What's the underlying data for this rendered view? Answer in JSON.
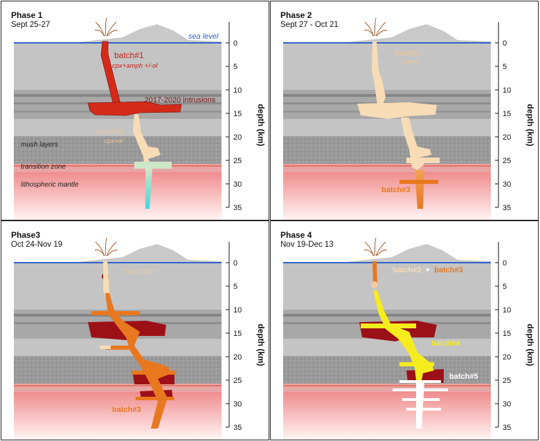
{
  "panels": [
    {
      "title": "Phase 1",
      "date": "Sept 25-27",
      "labels": {
        "sea_level": "sea level",
        "batch_main": "batch#1",
        "batch_main_mineral": "cpx+amph +/-ol",
        "intrusions": "2017-2020 intrusions",
        "batch_second": "batch#2",
        "batch_second_mineral": "cpx+ol",
        "mush": "mush layers",
        "transition": "transition zone",
        "mantle": "lithospheric mantle"
      }
    },
    {
      "title": "Phase 2",
      "date": "Sept 27 - Oct 21",
      "labels": {
        "batch_main": "batch#2",
        "batch_main_mineral": "cpx+ol",
        "batch_deep": "batch#3"
      }
    },
    {
      "title": "Phase3",
      "date": "Oct 24-Nov 19",
      "labels": {
        "batch_main": "batch#2",
        "batch_deep": "batch#3"
      }
    },
    {
      "title": "Phase 4",
      "date": "Nov 19-Dec 13",
      "labels": {
        "batch_main_a": "batch#2",
        "batch_plus": "+",
        "batch_main_b": "batch#3",
        "batch_4": "batch#4",
        "batch_5": "batch#5"
      }
    }
  ],
  "axis": {
    "title": "depth (km)",
    "ticks": [
      "0",
      "5",
      "10",
      "15",
      "20",
      "25",
      "30",
      "35"
    ]
  },
  "colors": {
    "sea": "#2f63c9",
    "batch1": "#d42a1a",
    "batch2": "#f7dcb6",
    "batch3": "#e8781f",
    "batch4": "#f5ec1e",
    "batch5": "#ffffff",
    "feeder_deep": "#5fd3d8",
    "old_intrusion": "#9c1118"
  }
}
